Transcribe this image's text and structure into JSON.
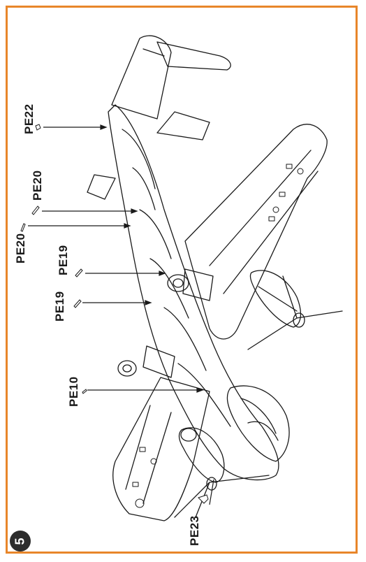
{
  "step": {
    "number": "5"
  },
  "parts": [
    {
      "id": "pe22",
      "label": "PE22"
    },
    {
      "id": "pe20a",
      "label": "PE20"
    },
    {
      "id": "pe20b",
      "label": "PE20"
    },
    {
      "id": "pe19a",
      "label": "PE19"
    },
    {
      "id": "pe19b",
      "label": "PE19"
    },
    {
      "id": "pe10",
      "label": "PE10"
    },
    {
      "id": "pe23",
      "label": "PE23"
    }
  ],
  "colors": {
    "frame": "#e8862a",
    "ink": "#1a1a1a",
    "badge": "#2c2c2c"
  }
}
